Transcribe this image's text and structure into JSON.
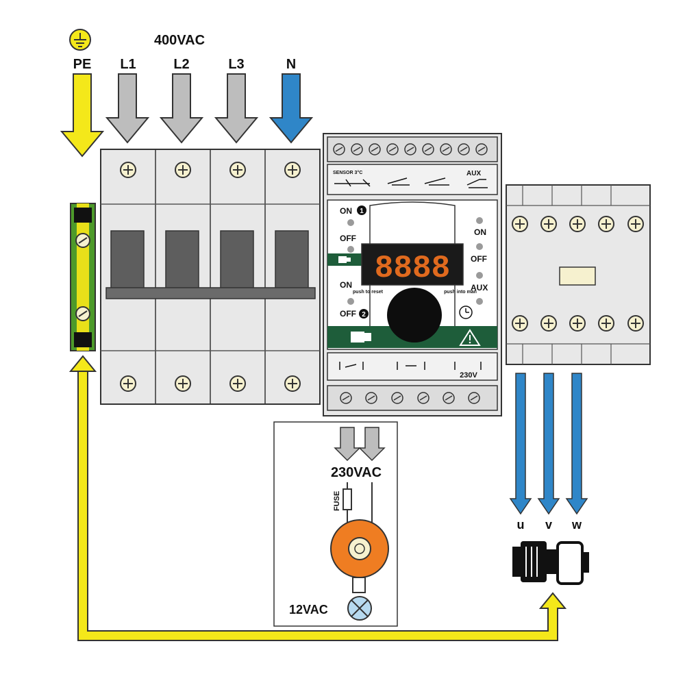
{
  "supply": {
    "voltage": "400VAC",
    "phases": [
      "PE",
      "L1",
      "L2",
      "L3",
      "N"
    ]
  },
  "controller": {
    "display": "8888",
    "top_labels": [
      "SENSOR 3°C",
      "AUX"
    ],
    "on1": "ON",
    "off1": "OFF",
    "on2": "ON",
    "off2": "OFF",
    "right_on": "ON",
    "right_off": "OFF",
    "aux": "AUX",
    "push_reset": "push to reset",
    "push_man": "push into man",
    "bottom_voltage": "230V",
    "badge1": "1",
    "badge2": "2"
  },
  "transformer": {
    "input": "230VAC",
    "fuse": "FUSE",
    "output": "12VAC"
  },
  "motor_phases": [
    "u",
    "v",
    "w"
  ],
  "colors": {
    "earth": "#f4e81a",
    "phase": "#bdbdbd",
    "neutral": "#2f86c8",
    "motor_lines": "#2f86c8",
    "breaker": "#e8e8e8",
    "panel_green": "#1e5d3a",
    "display_digits": "#e06a1e",
    "transformer": "#ef7d22"
  }
}
